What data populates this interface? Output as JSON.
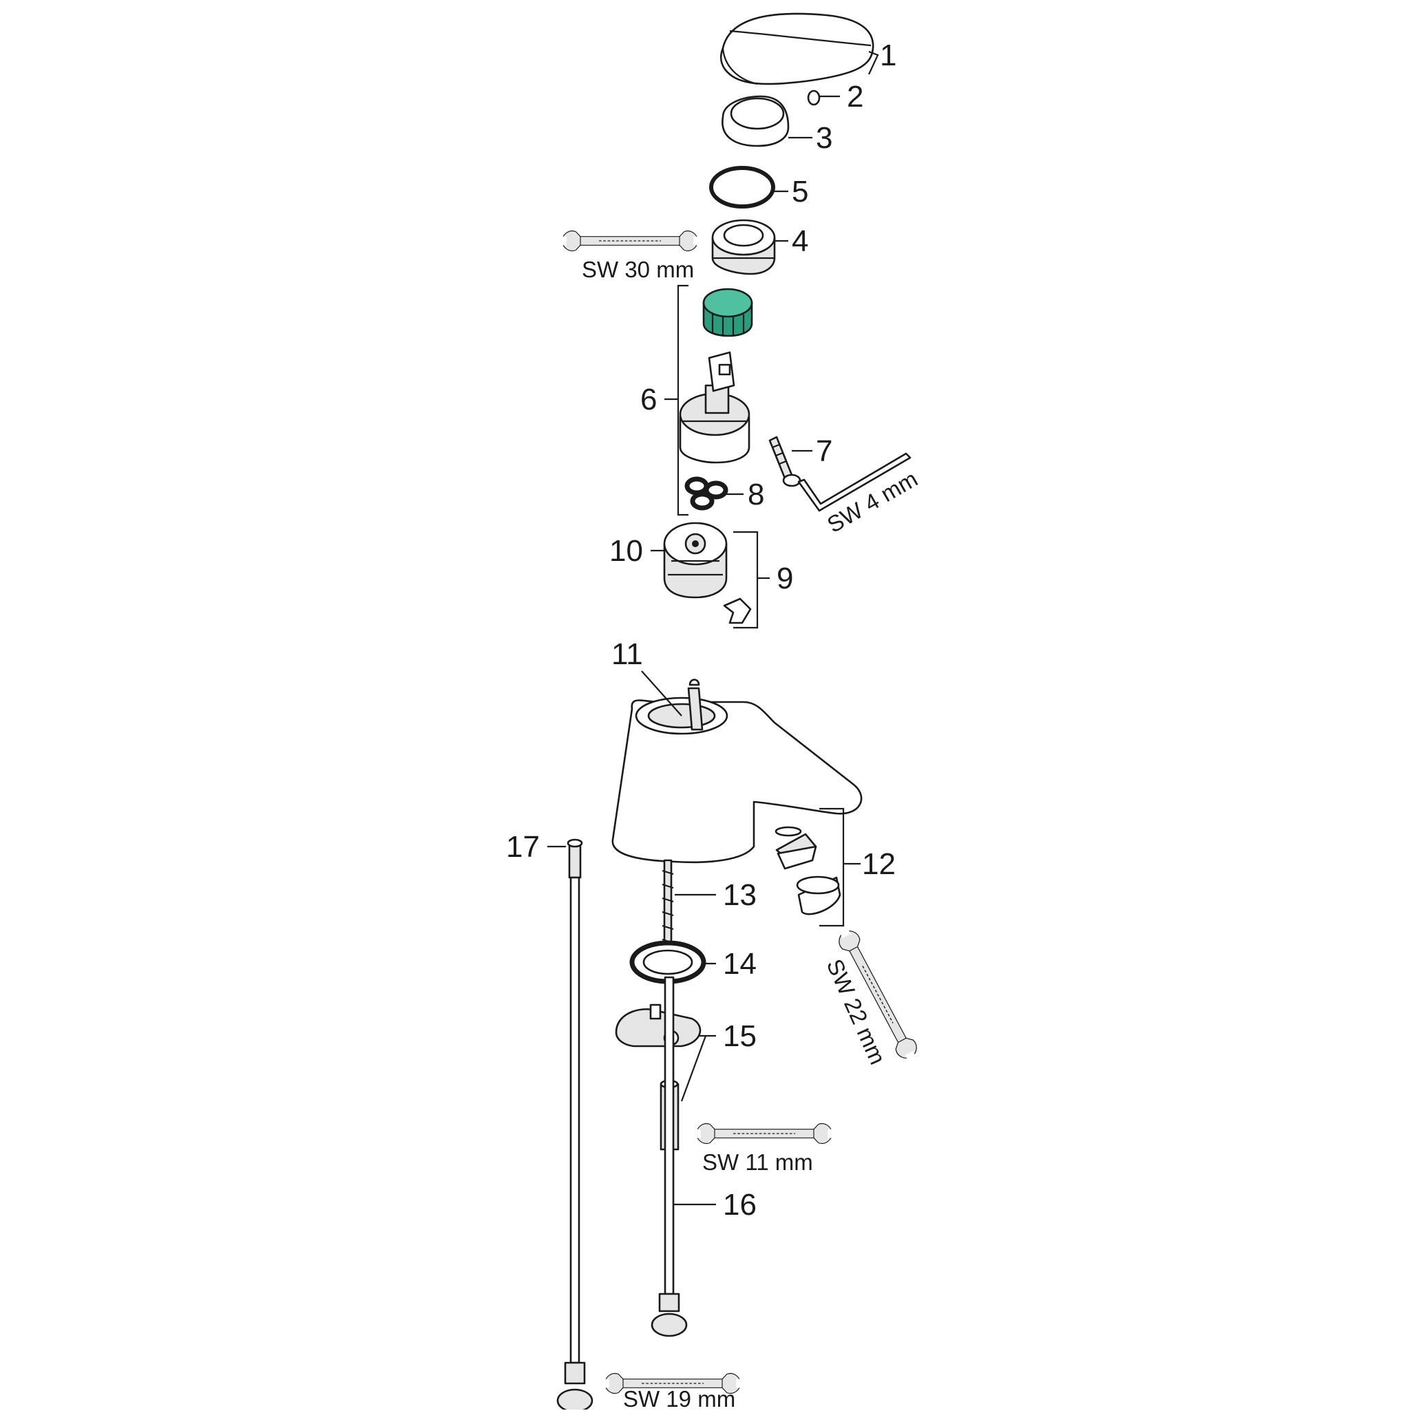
{
  "diagram": {
    "callouts": {
      "c1": "1",
      "c2": "2",
      "c3": "3",
      "c4": "4",
      "c5": "5",
      "c6": "6",
      "c7": "7",
      "c8": "8",
      "c9": "9",
      "c10": "10",
      "c11": "11",
      "c12": "12",
      "c13": "13",
      "c14": "14",
      "c15": "15",
      "c16": "16",
      "c17": "17"
    },
    "tools": {
      "sw30": "SW 30 mm",
      "sw4": "SW 4 mm",
      "sw22": "SW 22 mm",
      "sw11": "SW 11 mm",
      "sw19": "SW 19 mm"
    },
    "colors": {
      "line": "#1a1a1a",
      "cartridge_green": "#2a9d7c"
    }
  }
}
